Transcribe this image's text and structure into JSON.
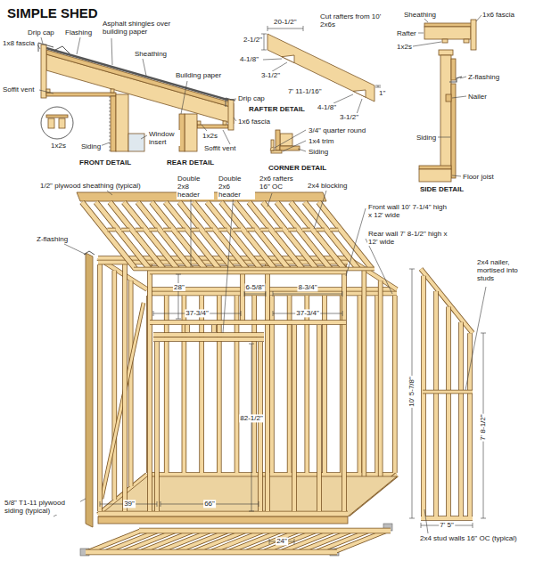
{
  "diagram": {
    "title": "SIMPLE SHED",
    "labels": [
      "Drip cap",
      "Flashing",
      "Asphalt shingles over building paper",
      "1x8 fascia",
      "Sheathing",
      "Soffit vent",
      "Building paper",
      "1x2s",
      "Siding",
      "Window insert",
      "FRONT DETAIL",
      "Drip cap",
      "1x2s",
      "1x6 fascia",
      "Soffit vent",
      "REAR DETAIL",
      "20-1/2\"",
      "Cut rafters from 10' 2x6s",
      "2-1/2\"",
      "4-1/8\"",
      "3-1/2\"",
      "7' 11-1/16\"",
      "1\"",
      "4-1/8\"",
      "3-1/2\"",
      "RAFTER DETAIL",
      "3/4\" quarter round",
      "1x4 trim",
      "Siding",
      "CORNER DETAIL",
      "Sheathing",
      "1x6 fascia",
      "1x2s",
      "Rafter",
      "Z-flashing",
      "Nailer",
      "Siding",
      "Floor joist",
      "SIDE DETAIL",
      "1/2\" plywood sheathing (typical)",
      "Double 2x8 header",
      "Double 2x6 header",
      "2x6 rafters 16\" OC",
      "2x4 blocking",
      "Front wall 10' 7-1/4\" high x 12' wide",
      "Rear wall 7' 8-1/2\" high x 12' wide",
      "Z-flashing",
      "28\"",
      "37-3/4\"",
      "6-5/8\"",
      "8-3/4\"",
      "37-3/4\"",
      "2x4 nailer, mortised into studs",
      "10' 5-7/8\"",
      "7' 8-1/2\"",
      "82-1/2\"",
      "39\"",
      "66\"",
      "24\"",
      "7' 5\"",
      "5/8\" T1-11 plywood siding (typical)",
      "2x4 stud walls 16\" OC (typical)"
    ]
  }
}
